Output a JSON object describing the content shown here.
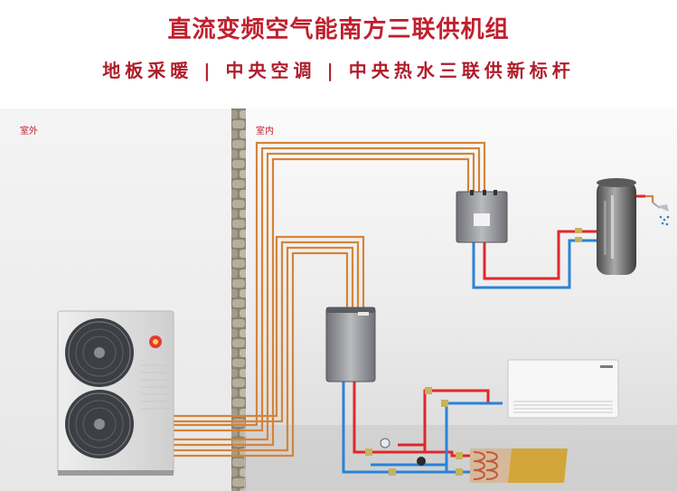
{
  "header": {
    "title": "直流变频空气能南方三联供机组",
    "subtitle": "地板采暖 | 中央空调 | 中央热水三联供新标杆"
  },
  "zones": {
    "outdoor_label": "室外",
    "indoor_label": "室内"
  },
  "colors": {
    "brand_red": "#c0202e",
    "pipe_hot": "#e0282a",
    "pipe_cold": "#2a82d8",
    "pipe_copper": "#d4843a"
  },
  "icons": [
    "fan-icon",
    "logo-icon",
    "shower-icon",
    "gauge-icon"
  ]
}
